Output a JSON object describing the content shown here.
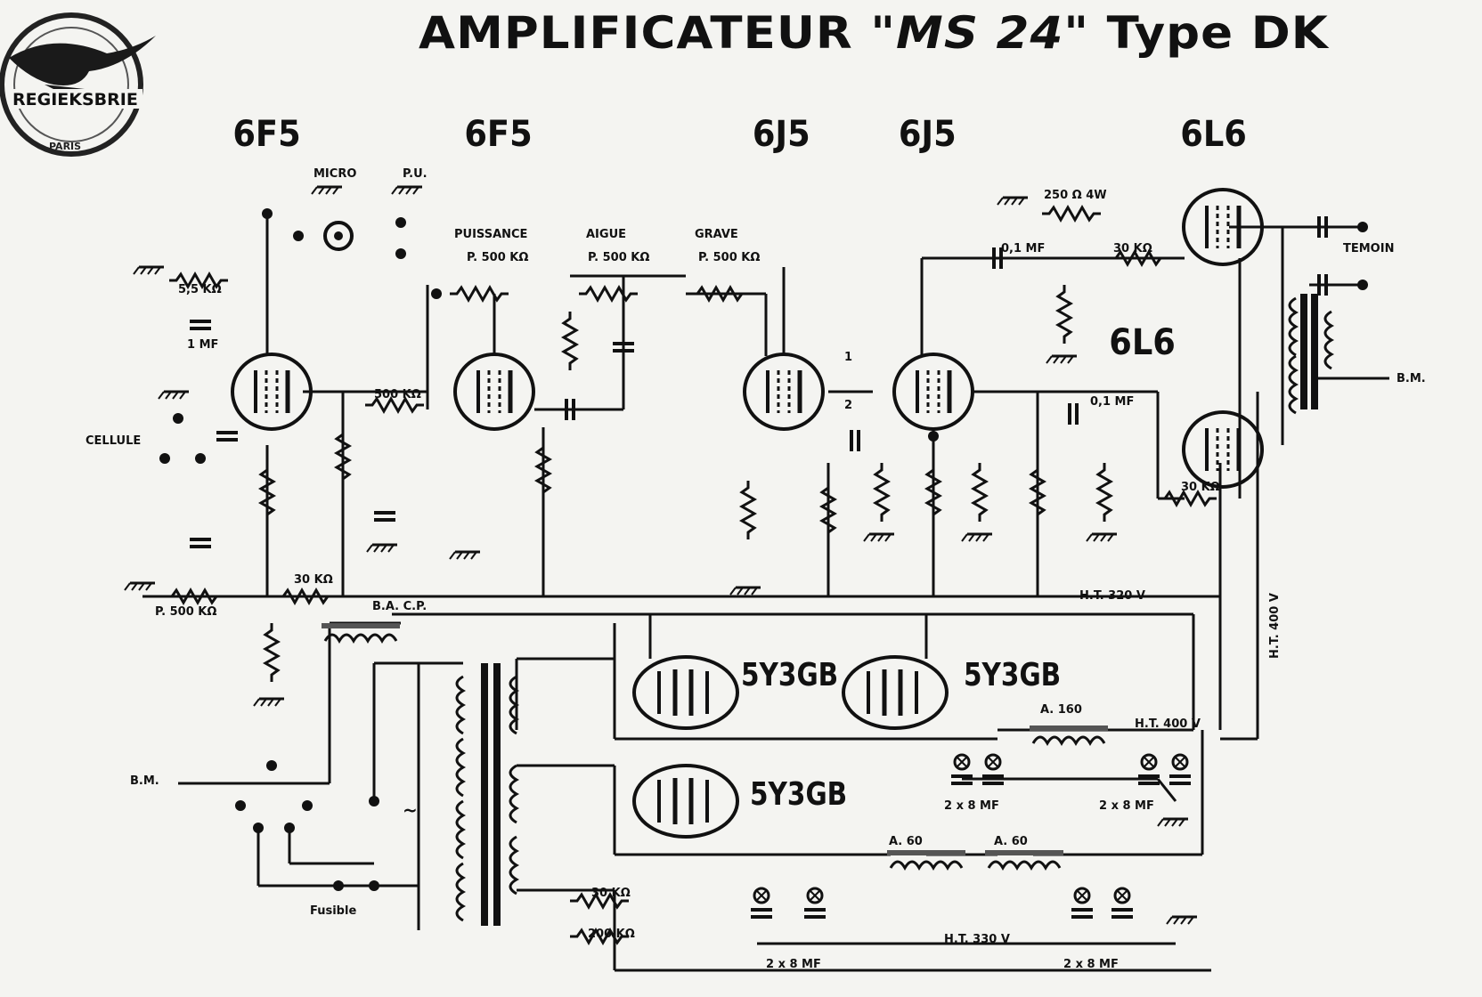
{
  "title": {
    "prefix": "AMPLIFICATEUR",
    "model": "\"MS 24\"",
    "suffix": "Type DK"
  },
  "logo": {
    "ring_text": "REGIEKSBRIE",
    "city": "PARIS"
  },
  "tubes": {
    "v1": "6F5",
    "v2": "6F5",
    "v3": "6J5",
    "v4": "6J5",
    "v5": "6L6",
    "v6": "6L6",
    "rect1": "5Y3GB",
    "rect2": "5Y3GB",
    "rect3": "5Y3GB"
  },
  "inputs": {
    "micro": "MICRO",
    "pu": "P.U.",
    "cellule": "CELLULE"
  },
  "controls": {
    "puissance": "PUISSANCE",
    "puissance_value": "P. 500 KΩ",
    "aigue": "AIGUE",
    "aigue_value": "P. 500 KΩ",
    "grave": "GRAVE",
    "grave_value": "P. 500 KΩ"
  },
  "components": {
    "r_55k": "5,5 KΩ",
    "c_1mf": "1 MF",
    "r_500k_a": "500 KΩ",
    "r_250_4w": "250 Ω 4W",
    "c_01_a": "0,1 MF",
    "r_30k_a": "30 KΩ",
    "c_01_b": "0,1 MF",
    "r_30k_b": "30 KΩ",
    "r_30k_c": "30 KΩ",
    "pot_bottom": "P. 500 KΩ",
    "ht_320": "H.T. 320 V",
    "ht_400": "H.T. 400 V",
    "ht_330": "H.T. 330 V",
    "ht_side": "H.T. 400 V",
    "self_160": "A. 160",
    "self_a": "A. 60",
    "self_b": "A. 60",
    "cap_left_top": "2 x 8 MF",
    "cap_right_top": "2 x 8 MF",
    "cap_left_bot": "2 x 8 MF",
    "cap_right_bot": "2 x 8 MF",
    "r_30k_d": "30 KΩ",
    "r_200k": "200 KΩ",
    "temoin": "TEMOIN",
    "fusible": "Fusible",
    "bm_left": "B.M.",
    "bm_right": "B.M.",
    "ac": "~",
    "gain_1": "1",
    "gain_2": "2",
    "note_ba": "B.A. C.P."
  }
}
